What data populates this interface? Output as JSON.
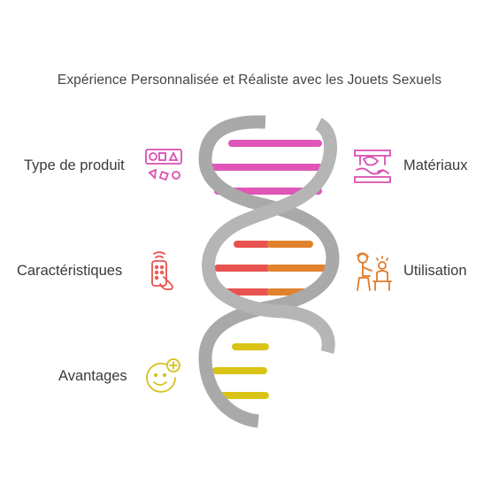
{
  "title": "Expérience Personnalisée et Réaliste avec les Jouets Sexuels",
  "left_items": [
    {
      "label": "Type de produit",
      "icon": "shapes-icon",
      "color": "#d94fb1"
    },
    {
      "label": "Caractéristiques",
      "icon": "remote-control-icon",
      "color": "#e8534f"
    },
    {
      "label": "Avantages",
      "icon": "smiley-plus-icon",
      "color": "#d4c21a"
    }
  ],
  "right_items": [
    {
      "label": "Matériaux",
      "icon": "materials-table-icon",
      "color": "#d94fb1"
    },
    {
      "label": "Utilisation",
      "icon": "people-using-icon",
      "color": "#e07b2a"
    }
  ],
  "colors": {
    "pink": "#e056b6",
    "red": "#e8534f",
    "orange": "#e0822d",
    "yellow": "#d9c415",
    "helix_gray": "#a9a9a9"
  }
}
